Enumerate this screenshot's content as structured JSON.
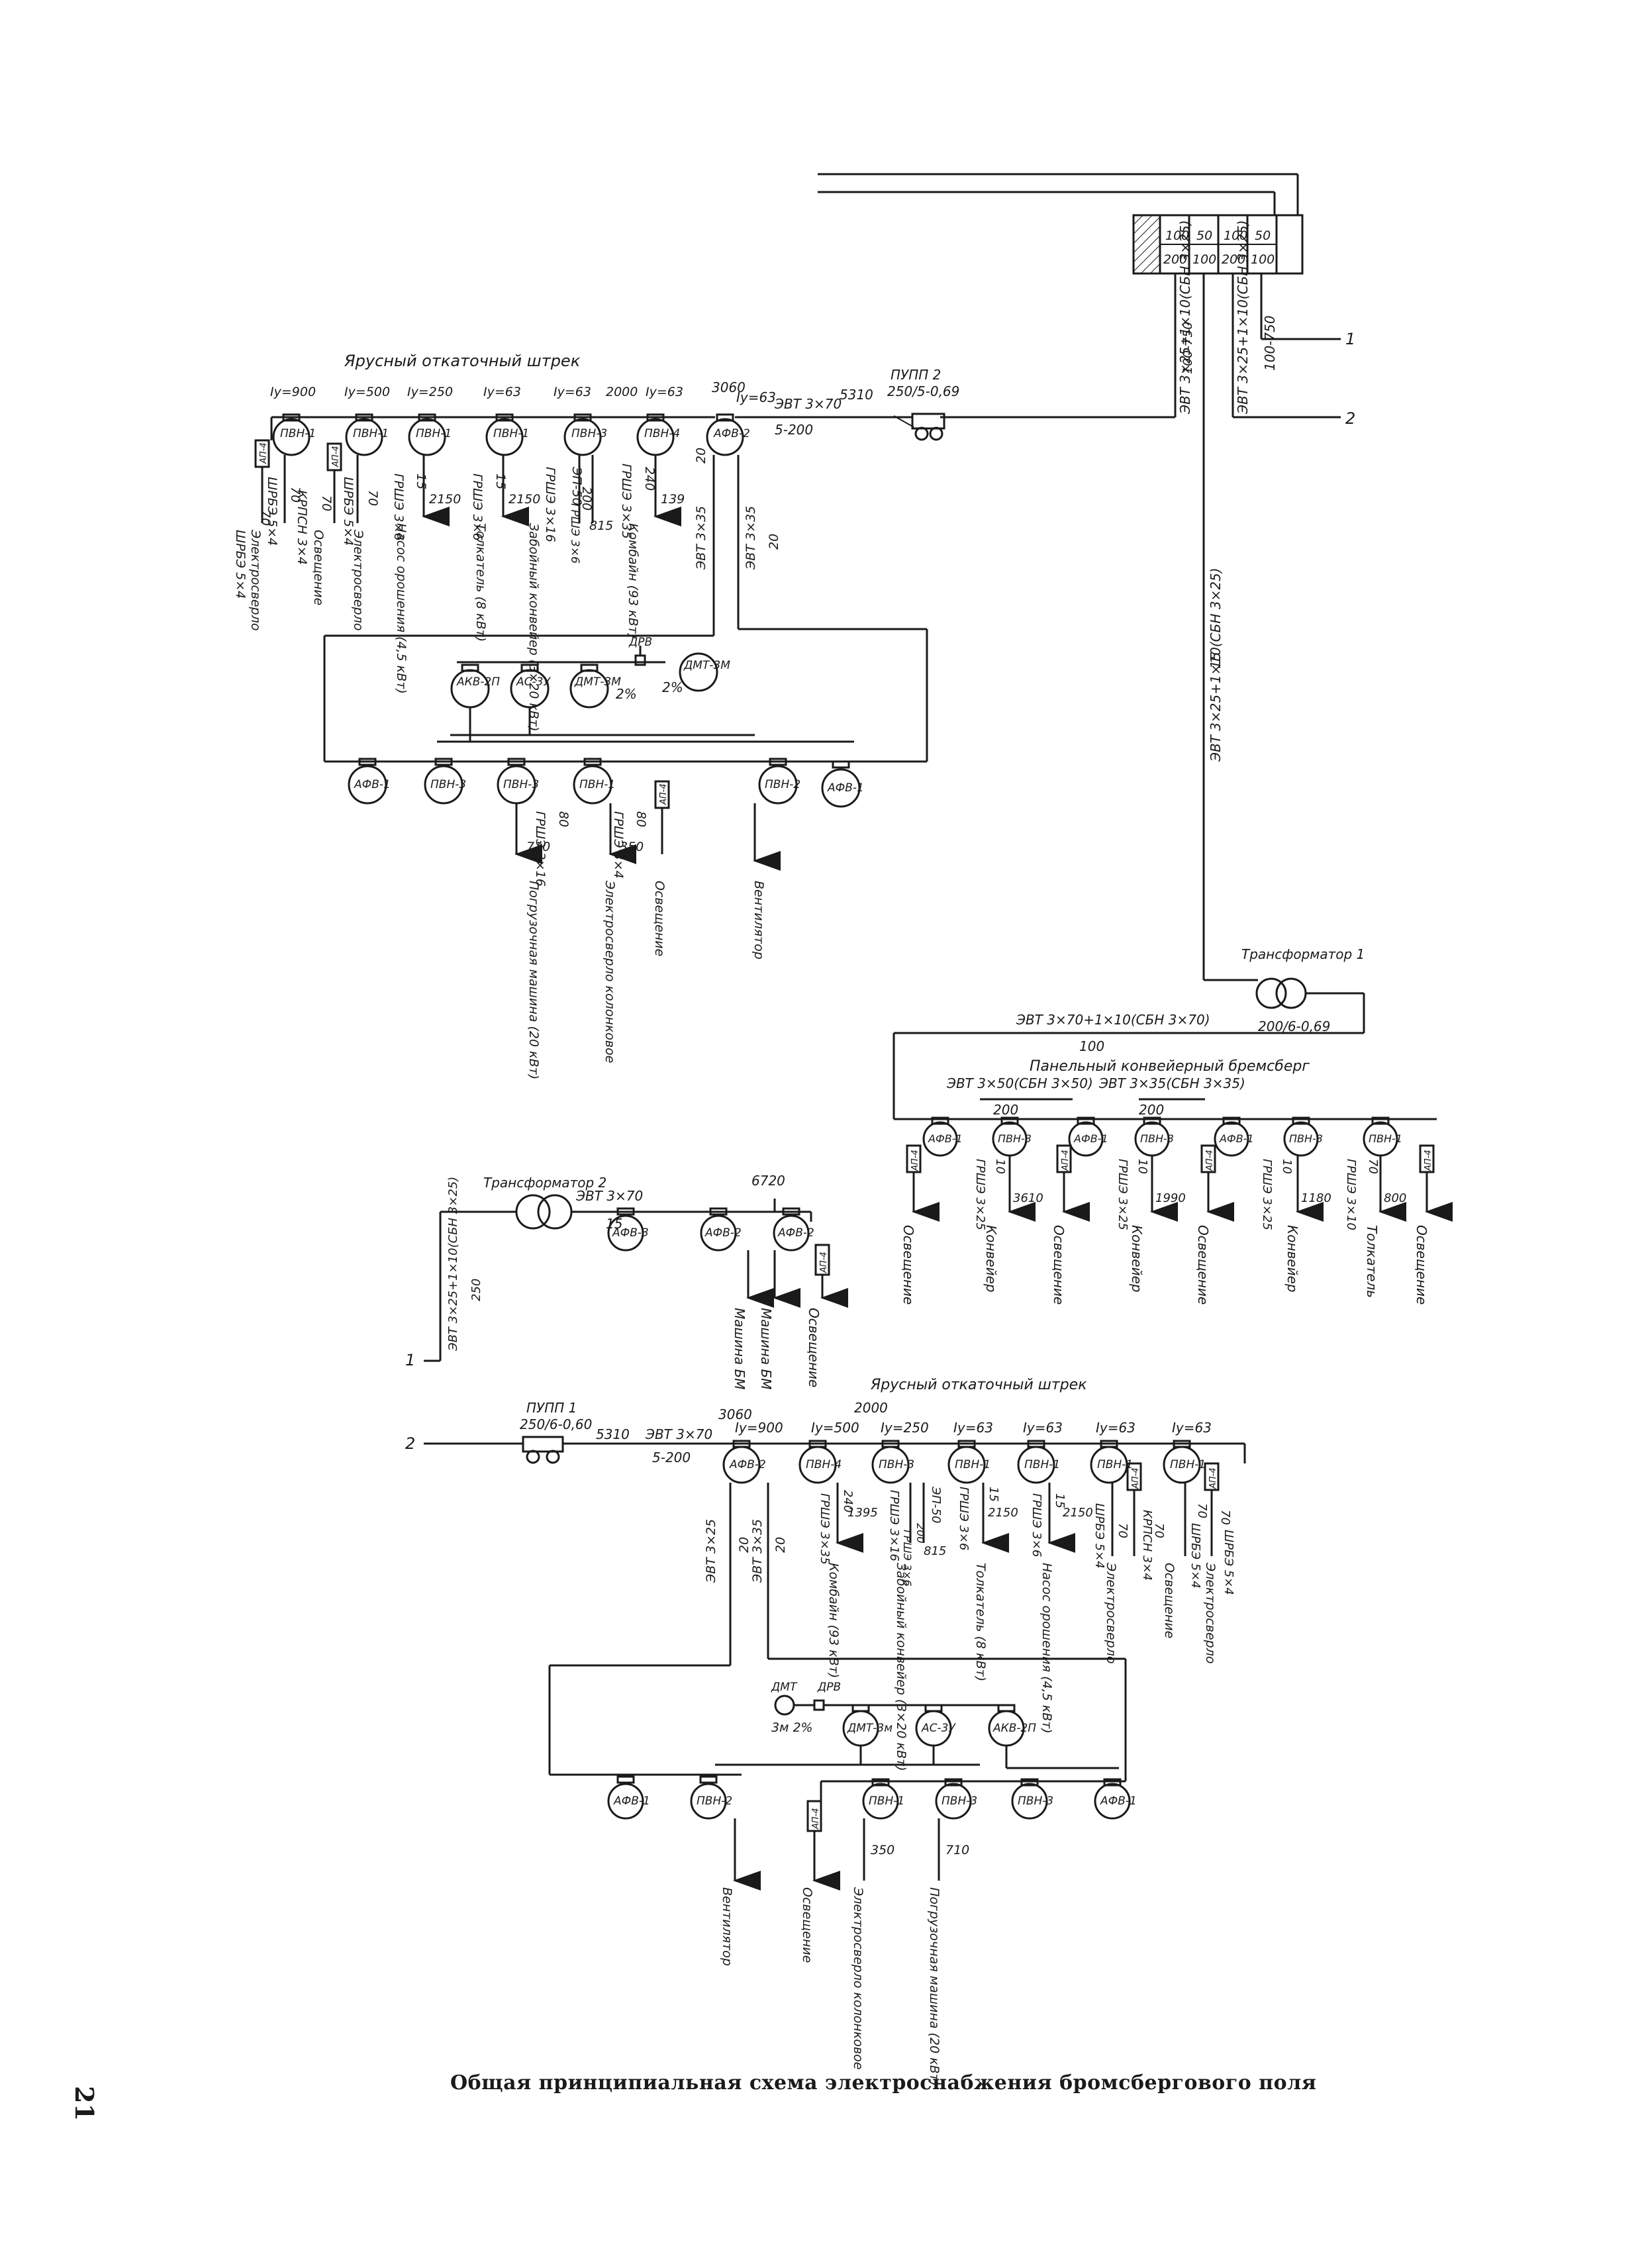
{
  "caption": "Общая принципиальная схема электроснабжения бромсбергового поля",
  "page_number": "21",
  "headers": {
    "gallery_top": "Ярусный откаточный штрек",
    "gallery_bottom": "Ярусный откаточный штрек",
    "panel_conveyor": "Панельный конвейерный бремсберг"
  },
  "switchboard": {
    "cells": [
      {
        "top": "100",
        "bottom": "200"
      },
      {
        "top": "50",
        "bottom": "100"
      },
      {
        "top": "100",
        "bottom": "200"
      },
      {
        "top": "50",
        "bottom": "100"
      }
    ]
  },
  "main_cables": {
    "c1": "ЭВТ 3×25+1×10(СБН 3×25)",
    "c1_len": "100-750",
    "c2": "ЭВТ 3×25+1×10(СБН 3×25)",
    "c2_len": "100-750",
    "line1": "1",
    "line2": "2",
    "riser": "ЭВТ 3×25+1×10(СБН 3×25)",
    "riser_len": "15"
  },
  "transformer1": {
    "name": "Трансформатор 1",
    "rating": "200/6-0,69",
    "out_cable": "ЭВТ 3×70+1×10(СБН 3×70)",
    "out_len": "100",
    "branch_a": "ЭВТ 3×50(СБН 3×50)",
    "branch_a_len": "200",
    "branch_b": "ЭВТ 3×35(СБН 3×35)",
    "branch_b_len": "200",
    "devices": [
      "АП-4",
      "АФВ-1",
      "ПВН-3",
      "АП-4",
      "АФВ-1",
      "ПВН-3",
      "АП-4",
      "АФВ-1",
      "ПВН-3",
      "ПВН-1",
      "АП-4"
    ],
    "cables": [
      "ГРШЭ 3×25",
      "ГРШЭ 3×25",
      "ГРШЭ 3×25",
      "ГРШЭ 3×10"
    ],
    "lengths": [
      "10",
      "10",
      "10",
      "70"
    ],
    "currents": [
      "3610",
      "1990",
      "1180",
      "800"
    ],
    "loads": [
      "Освещение",
      "Конвейер",
      "Освещение",
      "Конвейер",
      "Освещение",
      "Конвейер",
      "Толкатель",
      "Освещение"
    ]
  },
  "pupp2": {
    "name": "ПУПП 2",
    "rating": "250/5-0,69",
    "current": "5310",
    "cable": "ЭВТ 3×70",
    "len": "5-200",
    "sc": "3060",
    "iy": "Iу=63"
  },
  "upper_gallery": {
    "devices": [
      "ПВН-1",
      "ПВН-1",
      "ПВН-1",
      "ПВН-1",
      "ПВН-3",
      "ПВН-4",
      "АФВ-2"
    ],
    "apps": [
      "АП-4",
      "АП-4"
    ],
    "iy": [
      "Iу=900",
      "Iу=500",
      "Iу=250",
      "Iу=63",
      "Iу=63",
      "Iу=63",
      "Iу=63"
    ],
    "sc_node": "2000",
    "cables": [
      "ШРБЭ 5×4",
      "ШРБЭ 5×4",
      "КРПСН 3×4",
      "ШРБЭ 5×4",
      "ГРШЭ 3×6",
      "ГРШЭ 3×6",
      "ГРШЭ 3×16",
      "ГРШЭ 3×35"
    ],
    "lengths": [
      "70",
      "70",
      "70",
      "70",
      "15",
      "15",
      "ЭП-50",
      "240"
    ],
    "currents": [
      "2150",
      "2150",
      "815",
      "139"
    ],
    "sub_cable": "ГРШЭ 3×6",
    "sub_len": "200",
    "loads": [
      "Электросверло",
      "Освещение",
      "Электросверло",
      "Насос орошения (4,5 кВт)",
      "Толкатель (8 кВт)",
      "Забойный конвейер (3×20 кВт)",
      "Комбайн (93 кВт)"
    ],
    "feed_a": "ЭВТ 3×35",
    "feed_a_len": "20",
    "feed_b": "ЭВТ 3×35",
    "feed_b_len": "20"
  },
  "upper_control": {
    "devices": [
      "АКВ-2П",
      "АС-3У",
      "ДМТ-3М",
      "ДМТ-3М"
    ],
    "drv": "ДРВ",
    "pct": "2%",
    "pct2": "2%"
  },
  "upper_section": {
    "devices": [
      "АФВ-1",
      "ПВН-3",
      "ПВН-3",
      "ПВН-1",
      "АП-4",
      "ПВН-2",
      "АФВ-1"
    ],
    "cables": [
      "ГРШЭ 3×16",
      "ГРШЭ 3×4"
    ],
    "lengths": [
      "80",
      "80"
    ],
    "currents": [
      "710",
      "350"
    ],
    "loads": [
      "Погрузочная машина (20 кВт)",
      "Электросверло колонковое",
      "Освещение",
      "Вентилятор"
    ]
  },
  "transformer2": {
    "name": "Трансформатор 2",
    "cable": "ЭВТ 3×70",
    "len": "15",
    "sc": "6720",
    "devices": [
      "АФВ-3",
      "АФВ-2",
      "АФВ-2",
      "АП-4"
    ],
    "loads": [
      "Машина БМ",
      "Машина БМ",
      "Освещение"
    ],
    "in_cable": "ЭВТ 3×25+1×10(СБН 3×25)",
    "in_len": "250",
    "line1": "1"
  },
  "pupp1": {
    "name": "ПУПП 1",
    "rating": "250/6-0,60",
    "current": "5310",
    "cable": "ЭВТ 3×70",
    "len": "5-200",
    "sc": "3060",
    "iy": "Iу=900",
    "line2": "2"
  },
  "lower_gallery": {
    "devices": [
      "АФВ-2",
      "ПВН-4",
      "ПВН-3",
      "ПВН-1",
      "ПВН-1",
      "ПВН-1",
      "ПВН-1"
    ],
    "apps": [
      "АП-4",
      "АП-4"
    ],
    "iy": [
      "Iу=500",
      "Iу=250",
      "Iу=63",
      "Iу=63",
      "Iу=63",
      "Iу=63"
    ],
    "sc_node": "2000",
    "cables": [
      "ГРШЭ 3×35",
      "ГРШЭ 3×16",
      "ГРШЭ 3×6",
      "ГРШЭ 3×6",
      "ШРБЭ 5×4",
      "КРПСН 3×4",
      "ШРБЭ 5×4",
      "ШРБЭ 5×4"
    ],
    "lengths": [
      "240",
      "ЭП-50",
      "15",
      "15",
      "70",
      "70",
      "70",
      "70"
    ],
    "currents": [
      "1395",
      "815",
      "2150",
      "2150"
    ],
    "sub_cable": "ГРШЭ 3×6",
    "sub_len": "200",
    "loads": [
      "Комбайн (93 кВт)",
      "Забойный конвейер (3×20 кВт)",
      "Толкатель (8 кВт)",
      "Насос орошения (4,5 кВт)",
      "Электросверло",
      "Освещение",
      "Электросверло"
    ],
    "feed_a": "ЭВТ 3×25",
    "feed_a_len": "20",
    "feed_b": "ЭВТ 3×35",
    "feed_b_len": "20"
  },
  "lower_control": {
    "devices": [
      "ДМТ-3м",
      "АС-3У",
      "АКВ-2П"
    ],
    "dmt": "ДМТ",
    "drv": "ДРВ",
    "pct": "3м 2%"
  },
  "lower_section": {
    "devices": [
      "АФВ-1",
      "ПВН-2",
      "АП-4",
      "ПВН-1",
      "ПВН-3",
      "ПВН-3",
      "АФВ-1"
    ],
    "currents": [
      "350",
      "710"
    ],
    "loads": [
      "Вентилятор",
      "Освещение",
      "Электросверло колонковое",
      "Погрузочная машина (20 кВт)"
    ]
  }
}
